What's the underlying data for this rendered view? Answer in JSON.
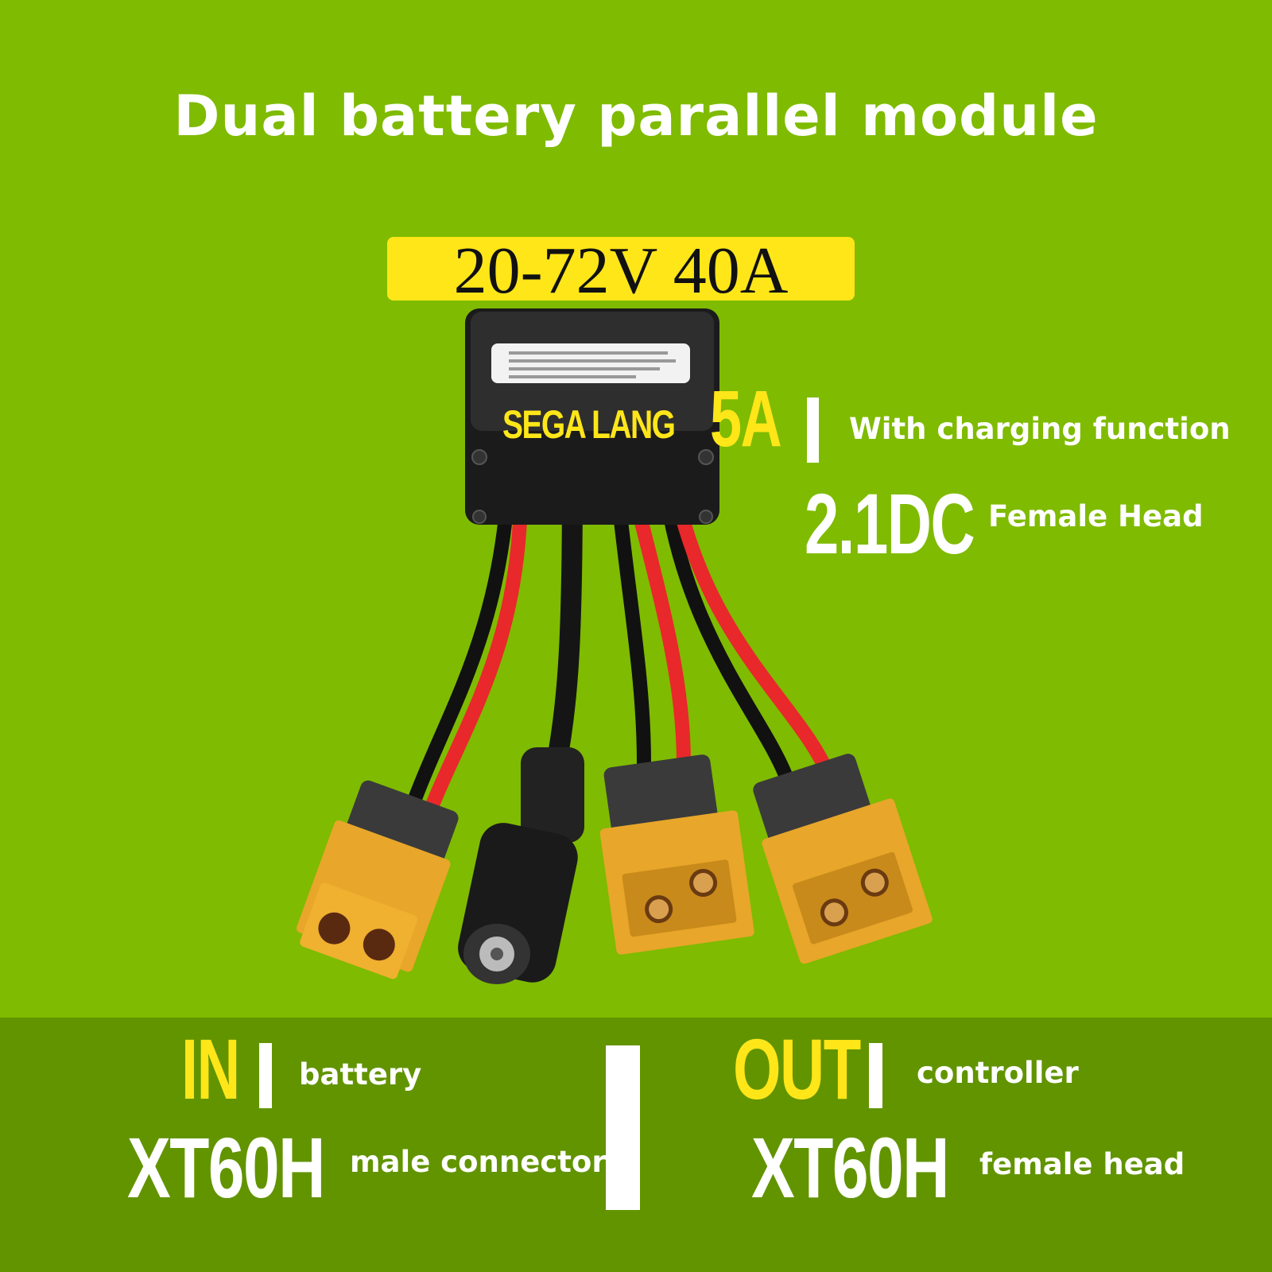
{
  "title": "Dual battery parallel module",
  "voltage_badge": "20-72V 40A",
  "brand": "SEGA LANG",
  "charging": {
    "current": "5A",
    "description": "With charging function"
  },
  "dc_port": {
    "size": "2.1DC",
    "description": "Female Head"
  },
  "input": {
    "label": "IN",
    "target": "battery",
    "connector": "XT60H",
    "connector_type": "male connector"
  },
  "output": {
    "label": "OUT",
    "target": "controller",
    "connector": "XT60H",
    "connector_type": "female head"
  },
  "colors": {
    "background": "#7fbb00",
    "band": "#629400",
    "accent": "#ffe619"
  }
}
